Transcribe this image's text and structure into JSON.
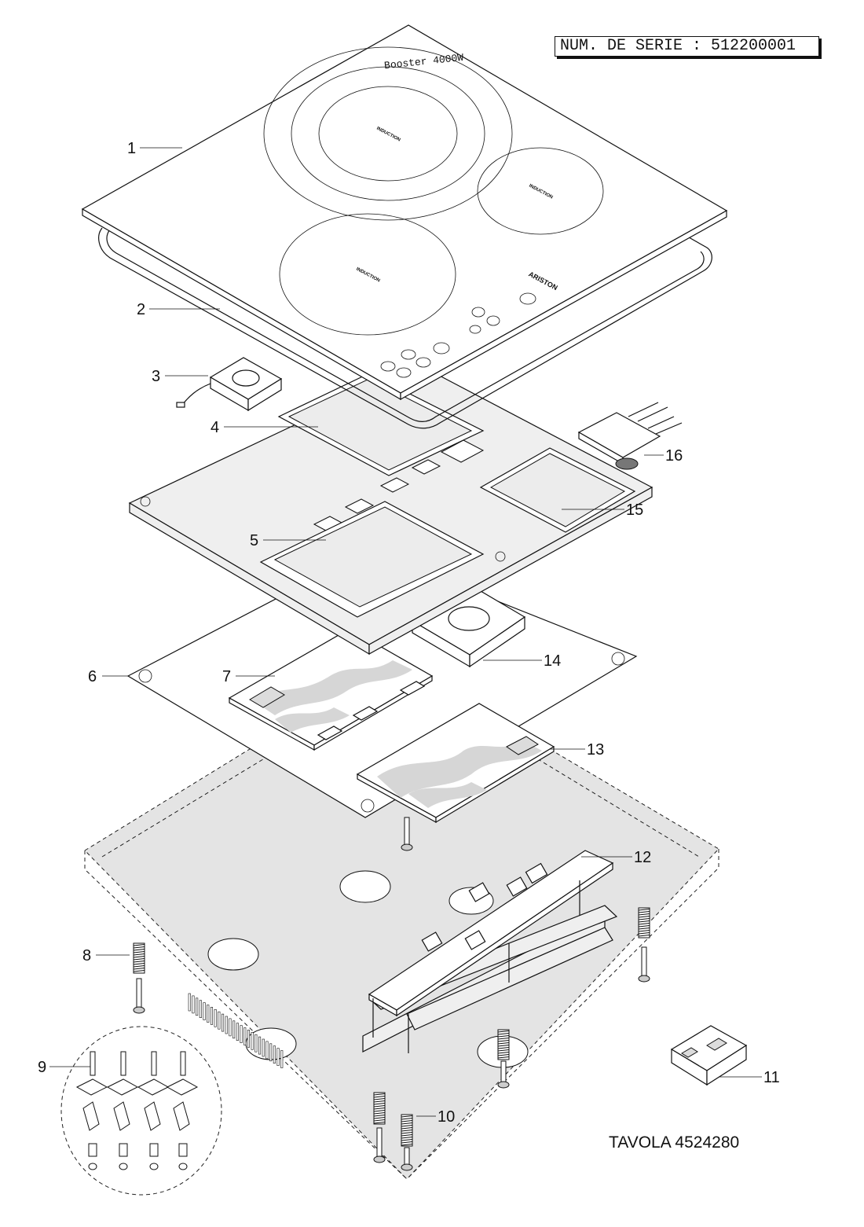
{
  "header": {
    "serial_number": "NUM. DE SERIE : 512200001"
  },
  "footer": {
    "table_reference": "TAVOLA 4524280"
  },
  "hob": {
    "boost_text": "Booster 4000W",
    "zone_text": "INDUCTION",
    "brand_text": "ARISTON"
  },
  "callouts": [
    {
      "id": "1",
      "part": "glass ceramic top"
    },
    {
      "id": "2",
      "part": "frame seal"
    },
    {
      "id": "3",
      "part": "small fan"
    },
    {
      "id": "4",
      "part": "induction coil"
    },
    {
      "id": "5",
      "part": "induction coil"
    },
    {
      "id": "6",
      "part": "insulation sheet"
    },
    {
      "id": "7",
      "part": "power board"
    },
    {
      "id": "8",
      "part": "spring"
    },
    {
      "id": "9",
      "part": "fixing kit"
    },
    {
      "id": "10",
      "part": "spring"
    },
    {
      "id": "11",
      "part": "terminal block"
    },
    {
      "id": "12",
      "part": "control board"
    },
    {
      "id": "13",
      "part": "power board"
    },
    {
      "id": "14",
      "part": "fan"
    },
    {
      "id": "15",
      "part": "induction coil"
    },
    {
      "id": "16",
      "part": "sensor"
    }
  ]
}
